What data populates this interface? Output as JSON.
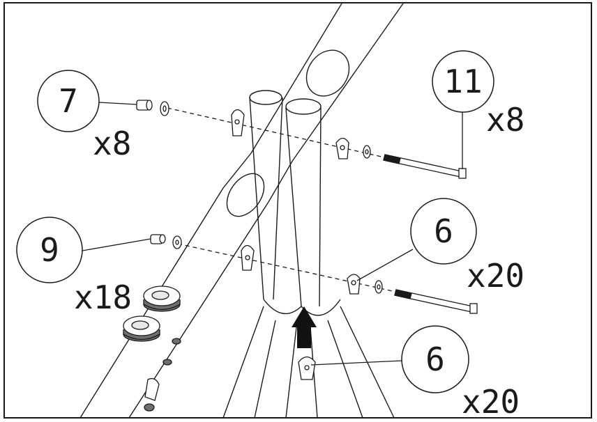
{
  "callouts": [
    {
      "id": "c7",
      "number": "7"
    },
    {
      "id": "c11",
      "number": "11"
    },
    {
      "id": "c9",
      "number": "9"
    },
    {
      "id": "c6a",
      "number": "6"
    },
    {
      "id": "c6b",
      "number": "6"
    }
  ],
  "quantities": {
    "q7": "x8",
    "q11": "x8",
    "q9": "x18",
    "q6a": "x20",
    "q6b": "x20"
  },
  "colors": {
    "line": "#1a1a1a",
    "fill_gray": "#6f6f6f",
    "arrow": "#111111"
  }
}
